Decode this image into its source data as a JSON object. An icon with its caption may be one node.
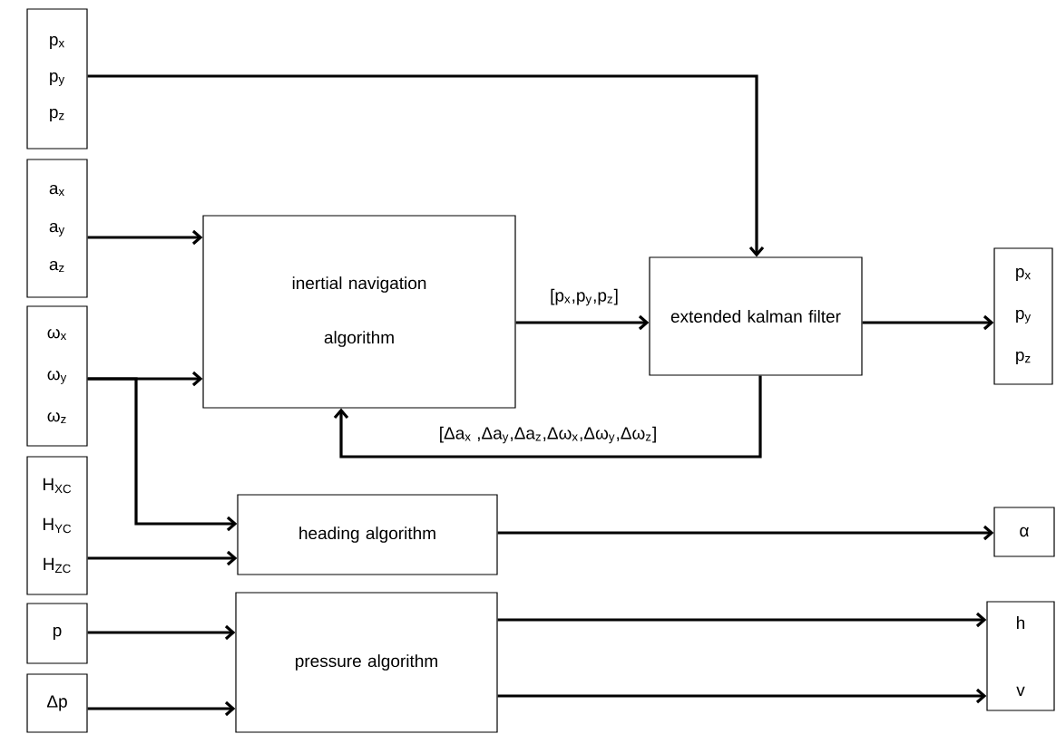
{
  "diagram": {
    "nodes": [
      {
        "text": [
          "p$_{x}$",
          "p$_{y}$",
          "p$_{z}$"
        ]
      },
      {
        "text": [
          "a$_{x}$",
          "a$_{y}$",
          "a$_{z}$"
        ]
      },
      {
        "text": [
          "ω$_{x}$",
          "ω$_{y}$",
          "ω$_{z}$"
        ]
      },
      {
        "text": [
          "H$_{XC}$",
          "H$_{YC}$",
          "H$_{ZC}$"
        ]
      },
      {
        "text": [
          "p"
        ]
      },
      {
        "text": [
          "Δp"
        ]
      },
      {
        "text": [
          "inertial navigation algorithm"
        ]
      },
      {
        "text": [
          "extended kalman filter"
        ]
      },
      {
        "text": [
          "p$_{x}$",
          "p$_{y}$",
          "p$_{z}$"
        ]
      },
      {
        "text": [
          "heading  algorithm"
        ]
      },
      {
        "text": [
          "pressure algorithm"
        ]
      },
      {
        "text": [
          "α"
        ]
      },
      {
        "text": [
          "h",
          "v"
        ]
      }
    ],
    "edges": [
      {
        "from": 0,
        "to": 7,
        "arrow": "to"
      },
      {
        "from": 1,
        "to": 6,
        "arrow": "to"
      },
      {
        "from": 6,
        "to": 7,
        "arrow": "to",
        "label": "[p$_{x}$,p$_{y}$,p$_{z}$]"
      },
      {
        "from": 7,
        "to": 8,
        "arrow": "to"
      },
      {
        "from": 7,
        "to": 6,
        "arrow": "to",
        "label": "[Δa$_{x}$ ,Δa$_{y}$,Δa$_{z}$,Δω$_{x}$,Δω$_{y}$,Δω$_{z}$]"
      },
      {
        "from": 2,
        "to": 6,
        "arrow": "to"
      },
      {
        "from": 2,
        "to": 9,
        "arrow": "to"
      },
      {
        "from": 3,
        "to": 9,
        "arrow": "to"
      },
      {
        "from": 4,
        "to": 10,
        "arrow": "to"
      },
      {
        "from": 5,
        "to": 10,
        "arrow": "to"
      },
      {
        "from": 9,
        "to": 11,
        "arrow": "to"
      },
      {
        "from": 10,
        "to": 12,
        "arrow": "to"
      },
      {
        "from": 10,
        "to": 12,
        "arrow": "to"
      }
    ]
  }
}
